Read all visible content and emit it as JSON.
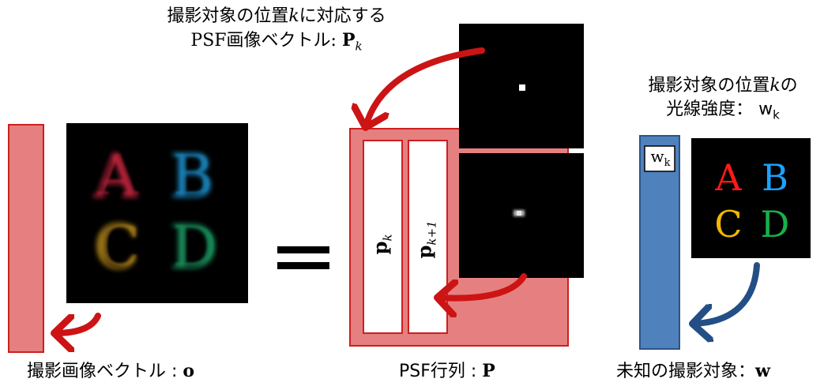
{
  "top_label": {
    "line1_prefix": "撮影対象の位置",
    "line1_var": "k",
    "line1_suffix": "に対応する",
    "line2_prefix": "PSF画像ベクトル: ",
    "line2_sym": "P",
    "line2_sub": "k"
  },
  "right_label": {
    "line1_prefix": "撮影対象の位置",
    "line1_var": "k",
    "line1_suffix": "の",
    "line2_prefix": "光線強度： w",
    "line2_sub": "k"
  },
  "captions": {
    "observed_prefix": "撮影画像ベクトル : ",
    "observed_sym": "o",
    "psf_prefix": "PSF行列 : ",
    "psf_sym": "P",
    "unknown_prefix": "未知の撮影対象：",
    "unknown_sym": "w"
  },
  "matrix": {
    "col1_sym": "p",
    "col1_sub": "k",
    "col2_sym": "p",
    "col2_sub": "k+1"
  },
  "vector_w": {
    "label": "w",
    "sub": "k"
  },
  "target_letters": [
    {
      "text": "A",
      "color": "#ff1a1a"
    },
    {
      "text": "B",
      "color": "#1aa3ff"
    },
    {
      "text": "C",
      "color": "#f2b705"
    },
    {
      "text": "D",
      "color": "#18b04a"
    }
  ],
  "blurred_letters": [
    {
      "text": "A",
      "color": "#c8283f"
    },
    {
      "text": "B",
      "color": "#1b8ec9"
    },
    {
      "text": "C",
      "color": "#b8891a"
    },
    {
      "text": "D",
      "color": "#1f9a63"
    }
  ],
  "equals_sign": "=",
  "colors": {
    "red_fill": "#e68080",
    "red_edge": "#cc1f1f",
    "blue_fill": "#4f81bd",
    "blue_edge": "#2b5488",
    "red_arrow": "#cc1414",
    "blue_arrow": "#234f86"
  }
}
